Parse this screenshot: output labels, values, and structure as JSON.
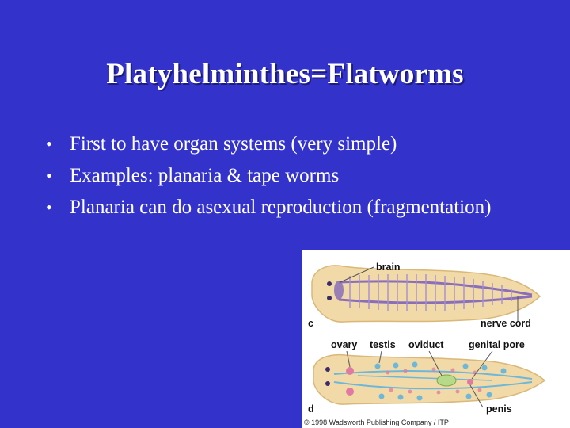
{
  "slide": {
    "title": "Platyhelminthes=Flatworms",
    "bullets": [
      "First to have organ systems (very simple)",
      "Examples:  planaria & tape worms",
      "Planaria can do asexual reproduction (fragmentation)"
    ],
    "bullet_char": "•"
  },
  "figure": {
    "panel_c_label": "c",
    "panel_d_label": "d",
    "labels": {
      "brain": "brain",
      "nerve_cord": "nerve cord",
      "ovary": "ovary",
      "testis": "testis",
      "oviduct": "oviduct",
      "genital_pore": "genital pore",
      "penis": "penis"
    },
    "copyright": "© 1998 Wadsworth Publishing Company / ITP"
  },
  "colors": {
    "background": "#3333cc",
    "text": "#ffffff",
    "worm_body": "#f2d9a8",
    "nerve": "#8a6fb8",
    "ovary": "#e07aa0",
    "duct": "#6fb7d8"
  }
}
